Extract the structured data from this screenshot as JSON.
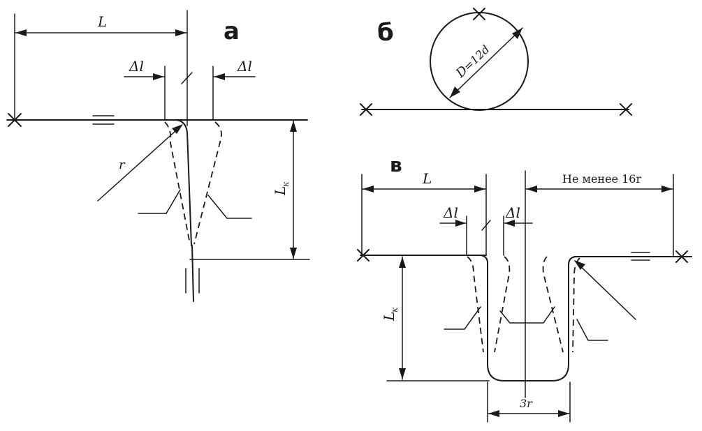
{
  "panel_a": {
    "letter": "а",
    "label_L": "L",
    "label_dl_left": "Δl",
    "label_dl_right": "Δl",
    "label_r": "r",
    "label_Lk": "L",
    "label_Lk_sub": "к"
  },
  "panel_b": {
    "letter": "б",
    "label_D": "D",
    "label_D_rest": "=12d"
  },
  "panel_c": {
    "letter": "в",
    "label_L": "L",
    "label_min": "Не менее 16r",
    "label_dl_left": "Δl",
    "label_dl_right": "Δl",
    "label_Lk": "L",
    "label_Lk_sub": "к",
    "label_3r": "3r"
  }
}
